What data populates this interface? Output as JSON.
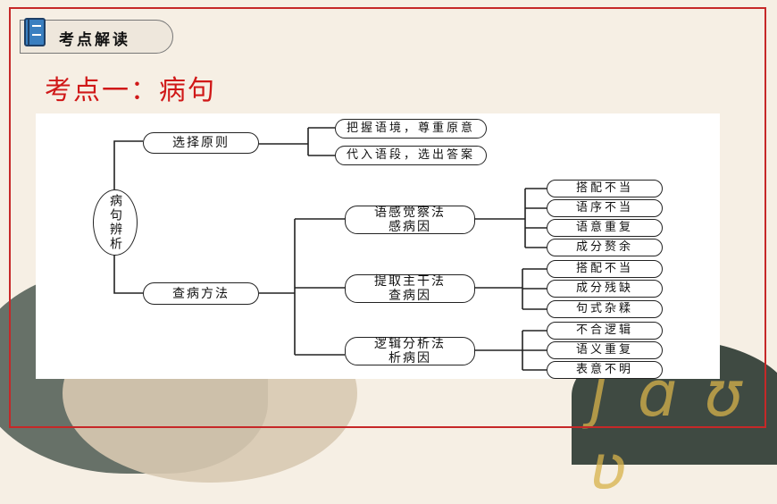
{
  "header": {
    "label": "考点解读"
  },
  "title": "考点一：病句",
  "diagram": {
    "root": "病句辨析",
    "branch1": {
      "label": "选择原则",
      "items": [
        "把握语境，尊重原意",
        "代入语段，选出答案"
      ]
    },
    "branch2": {
      "label": "查病方法",
      "methods": [
        {
          "line1": "语感觉察法",
          "line2": "感病因",
          "items": [
            "搭配不当",
            "语序不当",
            "语意重复",
            "成分赘余"
          ]
        },
        {
          "line1": "提取主干法",
          "line2": "查病因",
          "items": [
            "搭配不当",
            "成分残缺",
            "句式杂糅"
          ]
        },
        {
          "line1": "逻辑分析法",
          "line2": "析病因",
          "items": [
            "不合逻辑",
            "语义重复",
            "表意不明"
          ]
        }
      ]
    }
  }
}
